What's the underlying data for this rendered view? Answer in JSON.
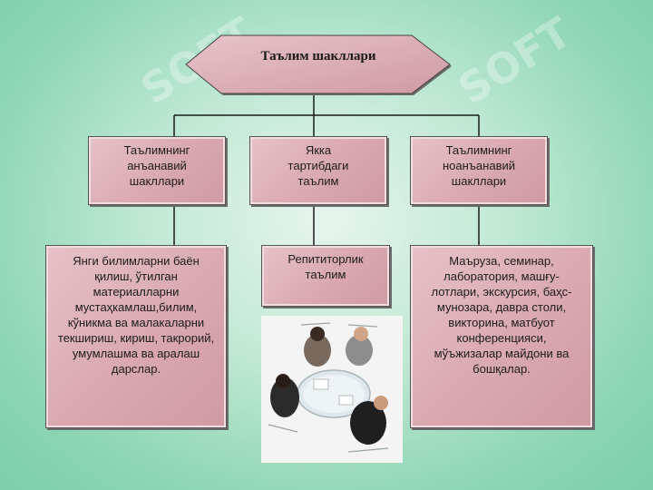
{
  "title": "Таълим шакллари",
  "level1": [
    {
      "label": "Таълимнинг\nанъанавий\nшакллари"
    },
    {
      "label": "Якка\nтартибдаги\nтаълим"
    },
    {
      "label": "Таълимнинг\nноанъанавий\nшакллари"
    }
  ],
  "level2": [
    {
      "label": "Янги билимларни баён\nқилиш, ўтилган\nматериалларни\nмустаҳкамлаш,билим,\nкўникма ва малакаларни\nтекшириш, кириш, такрорий,\nумумлашма ва аралаш\nдарслар."
    },
    {
      "label": "Репититорлик\nтаълим"
    },
    {
      "label": "Маъруза, семинар,\nлаборатория, машғу-\nлотлари, экскурсия, баҳс-\nмунозара, давра столи,\nвикторина, матбуот\nконференцияси,\nмўъжизалар майдони ва\nбошқалар."
    }
  ],
  "watermark": "SOFT",
  "colors": {
    "box_fill": "#d9a8b0",
    "background": "#8fd6b6"
  }
}
